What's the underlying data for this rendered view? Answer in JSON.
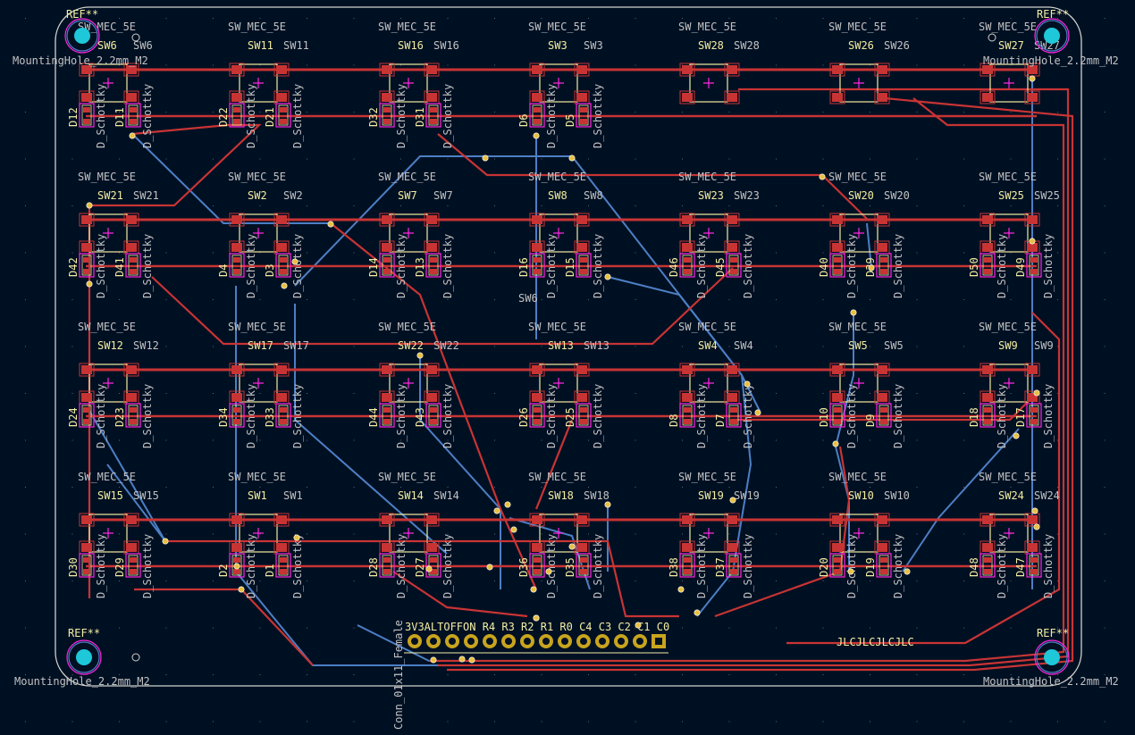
{
  "app": {
    "view": "PCB editor canvas"
  },
  "colors": {
    "background": "#001023",
    "copper_front": "#c83434",
    "copper_back": "#4d7fc4",
    "silk_front": "#f2eda1",
    "silk_ref": "#c2c2c2",
    "courtyard": "#ff26e2",
    "pad_gold": "#c8a41e",
    "via": "#e8c042",
    "edge": "#d0d2cd",
    "npth": "#1ec8d8"
  },
  "switch_value": "SW_MEC_5E",
  "diode_value": "D_Schottky",
  "switches": [
    {
      "ref": "SW6",
      "d_left": "D12",
      "d_right": "D11"
    },
    {
      "ref": "SW11",
      "d_left": "D22",
      "d_right": "D21"
    },
    {
      "ref": "SW16",
      "d_left": "D32",
      "d_right": "D31"
    },
    {
      "ref": "SW3",
      "d_left": "D6",
      "d_right": "D5"
    },
    {
      "ref": "SW28",
      "d_left": "",
      "d_right": ""
    },
    {
      "ref": "SW26",
      "d_left": "",
      "d_right": ""
    },
    {
      "ref": "SW27",
      "d_left": "",
      "d_right": ""
    },
    {
      "ref": "SW21",
      "d_left": "D42",
      "d_right": "D41"
    },
    {
      "ref": "SW2",
      "d_left": "D4",
      "d_right": "D3"
    },
    {
      "ref": "SW7",
      "d_left": "D14",
      "d_right": "D13"
    },
    {
      "ref": "SW8",
      "d_left": "D16",
      "d_right": "D15"
    },
    {
      "ref": "SW23",
      "d_left": "D46",
      "d_right": "D45"
    },
    {
      "ref": "SW20",
      "d_left": "D40",
      "d_right": "D39"
    },
    {
      "ref": "SW25",
      "d_left": "D50",
      "d_right": "D49"
    },
    {
      "ref": "SW12",
      "d_left": "D24",
      "d_right": "D23"
    },
    {
      "ref": "SW17",
      "d_left": "D34",
      "d_right": "D33"
    },
    {
      "ref": "SW22",
      "d_left": "D44",
      "d_right": "D43"
    },
    {
      "ref": "SW13",
      "d_left": "D26",
      "d_right": "D25"
    },
    {
      "ref": "SW4",
      "d_left": "D8",
      "d_right": "D7"
    },
    {
      "ref": "SW5",
      "d_left": "D10",
      "d_right": "D9"
    },
    {
      "ref": "SW9",
      "d_left": "D18",
      "d_right": "D17"
    },
    {
      "ref": "SW15",
      "d_left": "D30",
      "d_right": "D29"
    },
    {
      "ref": "SW1",
      "d_left": "D2",
      "d_right": "D1"
    },
    {
      "ref": "SW14",
      "d_left": "D28",
      "d_right": "D27"
    },
    {
      "ref": "SW18",
      "d_left": "D36",
      "d_right": "D35"
    },
    {
      "ref": "SW19",
      "d_left": "D38",
      "d_right": "D37"
    },
    {
      "ref": "SW10",
      "d_left": "D20",
      "d_right": "D19"
    },
    {
      "ref": "SW24",
      "d_left": "D48",
      "d_right": "D47"
    }
  ],
  "stray_label": "SW6",
  "mounting_holes": [
    {
      "ref": "REF**",
      "inner": "REF**",
      "value": "MountingHole_2.2mm_M2"
    },
    {
      "ref": "REF**",
      "inner": "REF**",
      "value": "MountingHole_2.2mm_M2"
    },
    {
      "ref": "REF**",
      "inner": "REF**",
      "value": "MountingHole_2.2mm_M2"
    },
    {
      "ref": "REF**",
      "inner": "REF**",
      "value": "MountingHole_2.2mm_M2"
    }
  ],
  "connector": {
    "value": "Conn_01x11_Female",
    "pin_labels": "3V3ALTOFFON R4 R3 R2 R1 R0 C4 C3 C2 C1 C0",
    "pin_count": 14
  },
  "silk_text": "JLCJLCJLCJLC"
}
